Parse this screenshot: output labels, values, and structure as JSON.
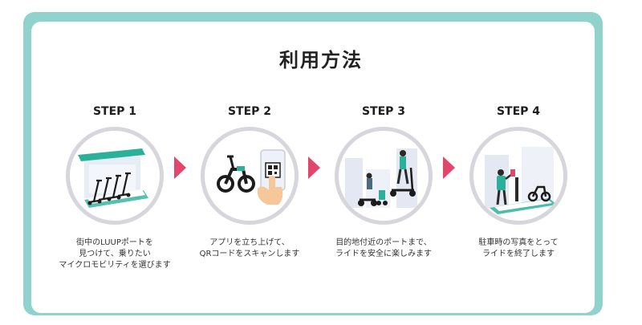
{
  "title": "利用方法",
  "steps": [
    {
      "label": "STEP 1",
      "lines": [
        "街中のLUUPポートを",
        "見つけて、乗りたい",
        "マイクロモビリティを選びます"
      ],
      "icon": "scooter-port-icon"
    },
    {
      "label": "STEP 2",
      "lines": [
        "アプリを立ち上げて、",
        "QRコードをスキャンします"
      ],
      "icon": "qr-scan-icon"
    },
    {
      "label": "STEP 3",
      "lines": [
        "目的地付近のポートまで、",
        "ライドを安全に楽しみます"
      ],
      "icon": "ride-city-icon"
    },
    {
      "label": "STEP 4",
      "lines": [
        "駐車時の写真をとって",
        "ライドを終了します"
      ],
      "icon": "park-photo-icon"
    }
  ],
  "colors": {
    "frame": "#8fd3cc",
    "arrow": "#e2466b",
    "accent": "#23b39a",
    "circle_border": "#d6d6dc"
  }
}
